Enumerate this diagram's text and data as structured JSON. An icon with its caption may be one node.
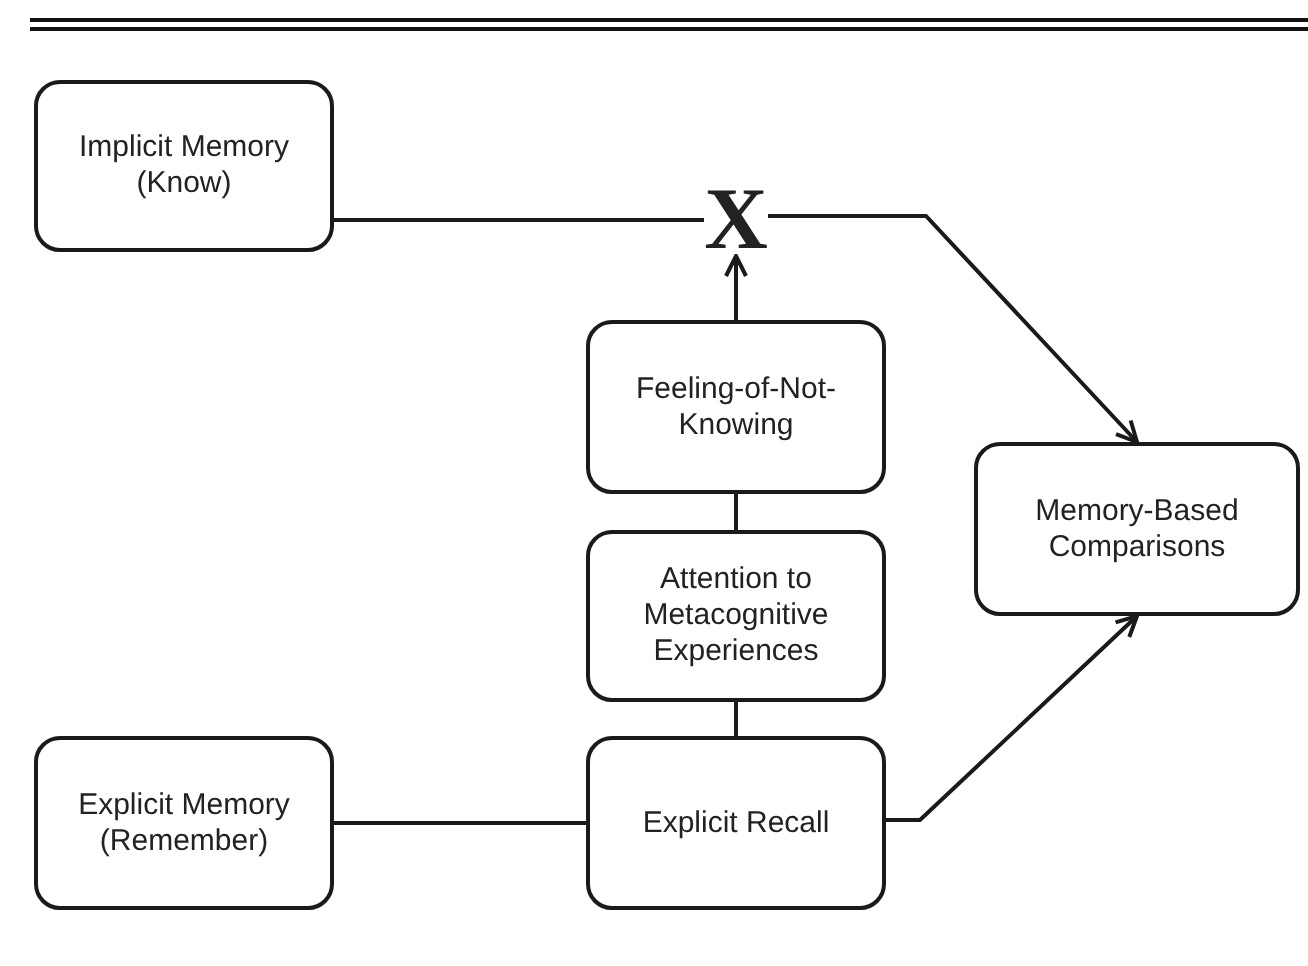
{
  "diagram": {
    "nodes": [
      {
        "text": [
          "Implicit Memory (Know)"
        ]
      },
      {
        "text": [
          "X"
        ]
      },
      {
        "text": [
          "Feeling-of-Not-Knowing"
        ]
      },
      {
        "text": [
          "Attention to Metacognitive Experiences"
        ]
      },
      {
        "text": [
          "Memory-Based Comparisons"
        ]
      },
      {
        "text": [
          "Explicit Memory (Remember)"
        ]
      },
      {
        "text": [
          "Explicit Recall"
        ]
      }
    ],
    "edges": [
      {
        "from": 0,
        "to": 1,
        "arrow": "none"
      },
      {
        "from": 1,
        "to": 4,
        "arrow": "to"
      },
      {
        "from": 2,
        "to": 1,
        "arrow": "to"
      },
      {
        "from": 2,
        "to": 3,
        "arrow": "none"
      },
      {
        "from": 3,
        "to": 6,
        "arrow": "none"
      },
      {
        "from": 5,
        "to": 6,
        "arrow": "none"
      },
      {
        "from": 6,
        "to": 4,
        "arrow": "to"
      }
    ]
  }
}
